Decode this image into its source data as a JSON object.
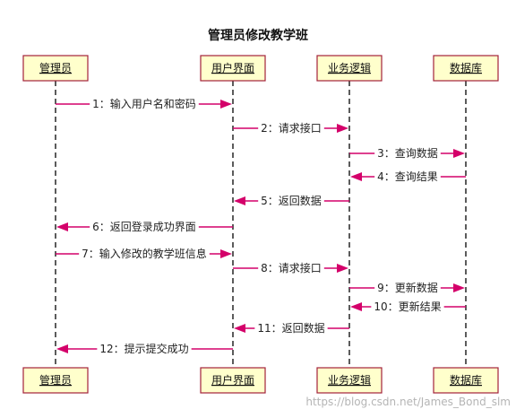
{
  "title": "管理员修改教学班",
  "participants": [
    {
      "id": "admin",
      "label": "管理员"
    },
    {
      "id": "ui",
      "label": "用户界面"
    },
    {
      "id": "logic",
      "label": "业务逻辑"
    },
    {
      "id": "db",
      "label": "数据库"
    }
  ],
  "messages": [
    {
      "from": 0,
      "to": 1,
      "label": "1：输入用户名和密码"
    },
    {
      "from": 1,
      "to": 2,
      "label": "2：请求接口"
    },
    {
      "from": 2,
      "to": 3,
      "label": "3：查询数据"
    },
    {
      "from": 3,
      "to": 2,
      "label": "4：查询结果"
    },
    {
      "from": 2,
      "to": 1,
      "label": "5：返回数据"
    },
    {
      "from": 1,
      "to": 0,
      "label": "6：返回登录成功界面"
    },
    {
      "from": 0,
      "to": 1,
      "label": "7：输入修改的教学班信息"
    },
    {
      "from": 1,
      "to": 2,
      "label": "8：请求接口"
    },
    {
      "from": 2,
      "to": 3,
      "label": "9：更新数据"
    },
    {
      "from": 3,
      "to": 2,
      "label": "10：更新结果"
    },
    {
      "from": 2,
      "to": 1,
      "label": "11：返回数据"
    },
    {
      "from": 1,
      "to": 0,
      "label": "12：提示提交成功"
    }
  ],
  "watermark": "https://blog.csdn.net/James_Bond_slm",
  "colors": {
    "arrow": "#d4006a",
    "box_fill": "#ffffcc",
    "box_border": "#a3213a"
  }
}
